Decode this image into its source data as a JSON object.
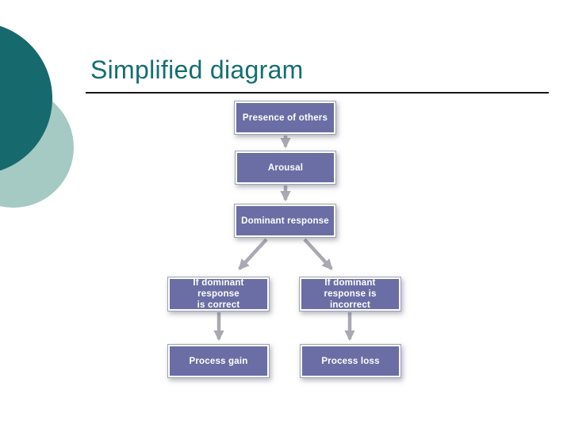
{
  "slide": {
    "title": "Simplified diagram",
    "colors": {
      "title_text": "#146e70",
      "title_rule": "#161616",
      "corner_circle_dark": "#16696c",
      "corner_circle_light": "#a5c9c3"
    }
  },
  "diagram": {
    "type": "flowchart",
    "box_fill": "#6a6ea4",
    "box_border_inner": "#ffffff",
    "box_border_outer": "#9fa2b2",
    "arrow_color": "#a9a9b2",
    "nodes": [
      {
        "id": "presence",
        "label": "Presence of others"
      },
      {
        "id": "arousal",
        "label": "Arousal"
      },
      {
        "id": "dominant",
        "label": "Dominant response"
      },
      {
        "id": "correct",
        "label": "If dominant response\nis correct"
      },
      {
        "id": "incorrect",
        "label": "If dominant\nresponse is incorrect"
      },
      {
        "id": "gain",
        "label": "Process gain"
      },
      {
        "id": "loss",
        "label": "Process loss"
      }
    ],
    "edges": [
      {
        "from": "presence",
        "to": "arousal"
      },
      {
        "from": "arousal",
        "to": "dominant"
      },
      {
        "from": "dominant",
        "to": "correct"
      },
      {
        "from": "dominant",
        "to": "incorrect"
      },
      {
        "from": "correct",
        "to": "gain"
      },
      {
        "from": "incorrect",
        "to": "loss"
      }
    ]
  }
}
